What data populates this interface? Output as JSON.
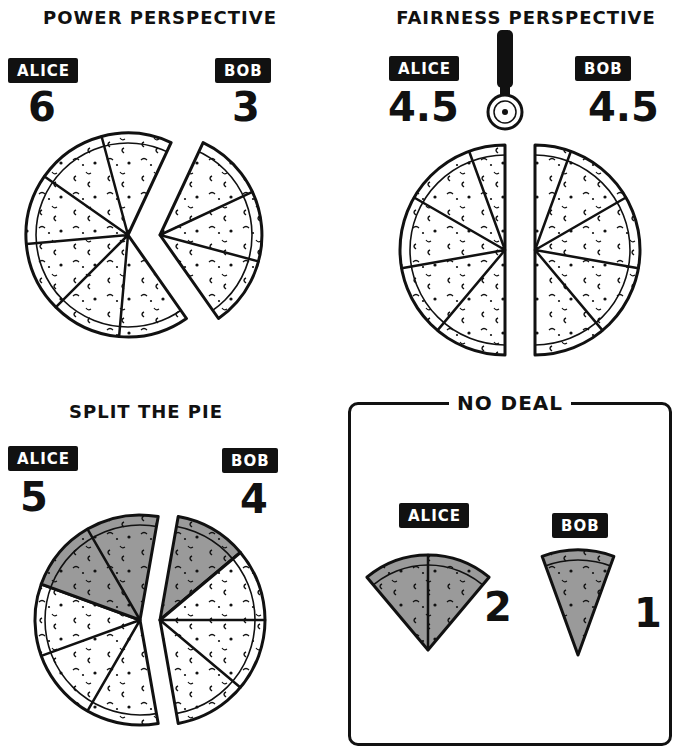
{
  "diagram": {
    "nodes": [
      {
        "text": [
          "ALICE"
        ]
      },
      {
        "text": [
          "BOB"
        ]
      },
      {
        "text": [
          "ALICE"
        ]
      },
      {
        "text": [
          "BOB"
        ]
      },
      {
        "text": [
          "ALICE"
        ]
      },
      {
        "text": [
          "BOB"
        ]
      },
      {
        "text": [
          "NO DEAL"
        ]
      },
      {
        "text": [
          "ALICE"
        ],
        "in": 6
      },
      {
        "text": [
          "BOB"
        ],
        "in": 6
      }
    ],
    "labels": [
      "POWER PERSPECTIVE",
      "6",
      "3",
      "FAIRNESS PERSPECTIVE",
      "4.5",
      "4.5",
      "SPLIT THE PIE",
      "5",
      "4",
      "2",
      "1"
    ]
  }
}
